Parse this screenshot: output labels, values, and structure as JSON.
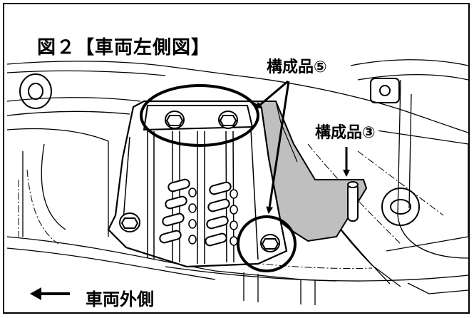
{
  "figure": {
    "title": "図２【車両左側図】"
  },
  "callouts": {
    "part5": "構成品⑤",
    "part3": "構成品③"
  },
  "direction": {
    "text": "車両外側",
    "arrow_icon": "left-arrow-icon"
  },
  "colors": {
    "line": "#000000",
    "bracket_fill": "#bfbfbf",
    "background": "#ffffff"
  }
}
